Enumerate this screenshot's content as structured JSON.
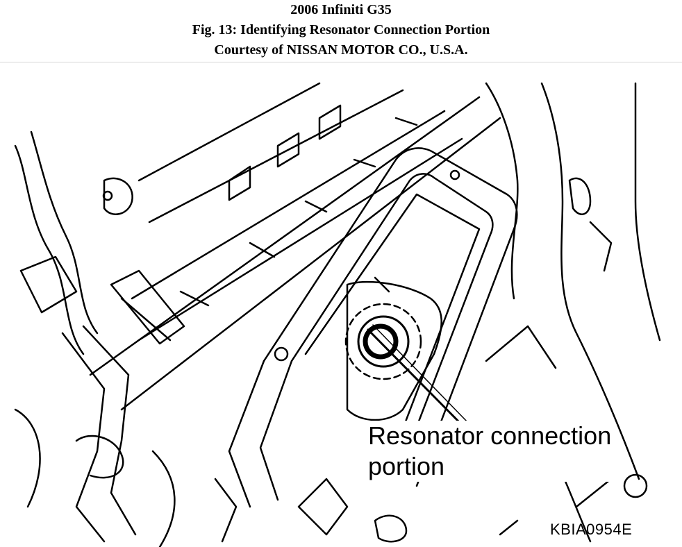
{
  "header": {
    "line1": "2006 Infiniti G35",
    "line2": "Fig. 13: Identifying Resonator Connection Portion",
    "line3": "Courtesy of NISSAN MOTOR CO., U.S.A."
  },
  "figure": {
    "callout_line1": "Resonator connection",
    "callout_line2": "portion",
    "figure_code": "KBIA0954E"
  },
  "colors": {
    "line": "#000000",
    "background": "#ffffff"
  }
}
